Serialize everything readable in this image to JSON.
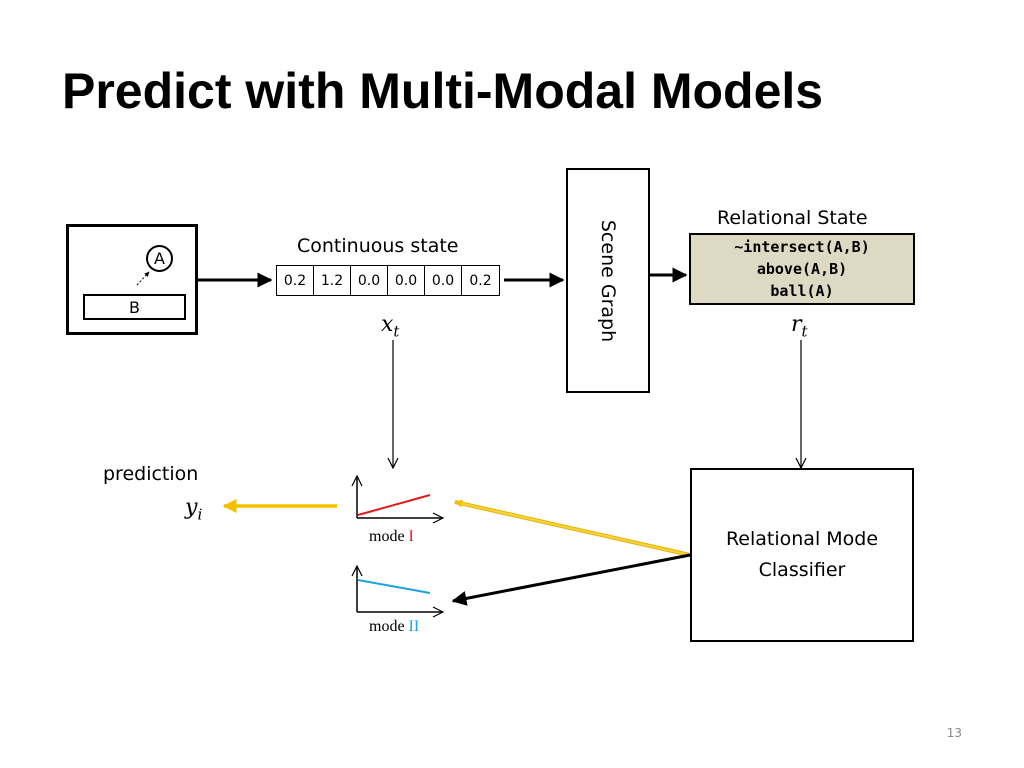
{
  "slide": {
    "title": "Predict with Multi-Modal Models",
    "page_number": "13"
  },
  "scene": {
    "object_a": "A",
    "object_b": "B"
  },
  "continuous_state": {
    "label": "Continuous state",
    "values": [
      "0.2",
      "1.2",
      "0.0",
      "0.0",
      "0.0",
      "0.2"
    ],
    "var": "x",
    "sub": "t"
  },
  "scene_graph": {
    "label": "Scene Graph"
  },
  "relational_state": {
    "label": "Relational State",
    "lines": [
      "~intersect(A,B)",
      "above(A,B)",
      "ball(A)"
    ],
    "var": "r",
    "sub": "t"
  },
  "classifier": {
    "lines": [
      "Relational Mode",
      "Classifier"
    ]
  },
  "prediction": {
    "label": "prediction",
    "var": "y",
    "sub": "i"
  },
  "modes": [
    {
      "prefix": "mode ",
      "numeral": "I",
      "color": "#e01b1b"
    },
    {
      "prefix": "mode ",
      "numeral": "II",
      "color": "#1aa3e0"
    }
  ],
  "colors": {
    "highlight_arrow": "#f5c000",
    "relational_fill": "#ddd9c3"
  }
}
